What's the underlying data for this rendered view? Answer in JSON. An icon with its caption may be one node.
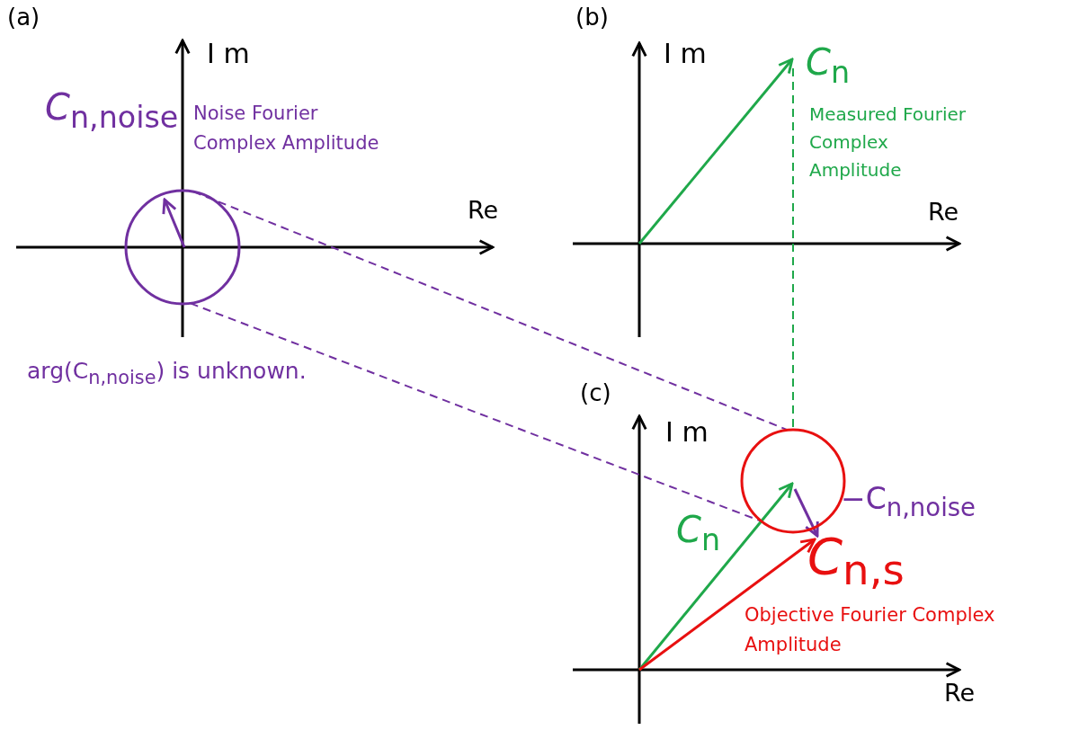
{
  "diagram": {
    "nodes": [
      {
        "text": [],
        "shape": "circle"
      },
      {
        "text": [],
        "shape": "circle"
      }
    ],
    "edges": [
      {
        "from": 0,
        "to": 1,
        "arrow": "none",
        "style": "dashed",
        "color": "#7030a0"
      },
      {
        "from": 0,
        "to": 1,
        "arrow": "none",
        "style": "dashed",
        "color": "#7030a0"
      },
      {
        "from": null,
        "to": 1,
        "arrow": "none",
        "style": "dashed",
        "color": "#1fa84a"
      }
    ],
    "labels": [
      "(a)",
      "I m",
      "*C*$_{n,noise}$",
      "Noise Fourier Complex Amplitude",
      "Re",
      "arg(C$_{n,noise}$) is unknown.",
      "(b)",
      "I m",
      "*C*$_{n}$",
      "Measured Fourier Complex Amplitude",
      "Re",
      "(c)",
      "I m",
      "−C$_{n,noise}$",
      "*C*$_{n}$",
      "*C*$_{n,s}$",
      "Objective Fourier Complex Amplitude",
      "Re"
    ]
  }
}
